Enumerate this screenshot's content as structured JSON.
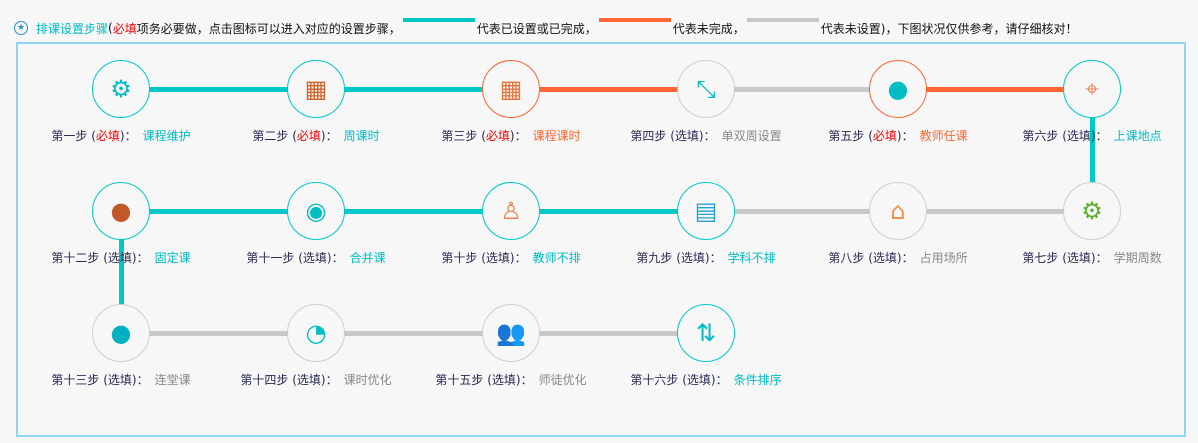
{
  "header": {
    "title": "排课设置步骤",
    "paren_open": "(",
    "required_word": "必填",
    "intro_rest": "项务必要做，点击图标可以进入对应的设置步骤，",
    "legend_done": "代表已设置或已完成，",
    "legend_incomplete": "代表未完成，",
    "legend_unset": "代表未设置)，下图状况仅供参考，请仔细核对！"
  },
  "colors": {
    "done": "#00c8c8",
    "incomplete": "#ff6633",
    "unset": "#c8c8c8",
    "required": "#ff0000"
  },
  "steps": [
    {
      "step": "第一步",
      "req": "必填",
      "name": "课程维护",
      "status": "done",
      "icon": "gear-book-icon",
      "glyph": "⚙",
      "glyph_color": "#00bcc4"
    },
    {
      "step": "第二步",
      "req": "必填",
      "name": "周课时",
      "status": "done",
      "icon": "calendar-icon",
      "glyph": "▦",
      "glyph_color": "#d0622a"
    },
    {
      "step": "第三步",
      "req": "必填",
      "name": "课程课时",
      "status": "incomplete",
      "icon": "calendar-clock-icon",
      "glyph": "▦",
      "glyph_color": "#e8733a"
    },
    {
      "step": "第四步",
      "req": "选填",
      "name": "单双周设置",
      "status": "unset",
      "icon": "resize-icon",
      "glyph": "⤡",
      "glyph_color": "#00bcc4"
    },
    {
      "step": "第五步",
      "req": "必填",
      "name": "教师任课",
      "status": "incomplete",
      "icon": "teacher-icon",
      "glyph": "●",
      "glyph_color": "#00bcc4"
    },
    {
      "step": "第六步",
      "req": "选填",
      "name": "上课地点",
      "status": "done",
      "icon": "location-pin-icon",
      "glyph": "⌖",
      "glyph_color": "#f08050"
    },
    {
      "step": "第七步",
      "req": "选填",
      "name": "学期周数",
      "status": "unset",
      "icon": "gear-calendar-icon",
      "glyph": "⚙",
      "glyph_color": "#5cb030"
    },
    {
      "step": "第八步",
      "req": "选填",
      "name": "占用场所",
      "status": "unset",
      "icon": "venue-icon",
      "glyph": "⌂",
      "glyph_color": "#f09050"
    },
    {
      "step": "第九步",
      "req": "选填",
      "name": "学科不排",
      "status": "done",
      "icon": "board-icon",
      "glyph": "▤",
      "glyph_color": "#2a9fd6"
    },
    {
      "step": "第十步",
      "req": "选填",
      "name": "教师不排",
      "status": "done",
      "icon": "person-t-icon",
      "glyph": "♙",
      "glyph_color": "#f08050"
    },
    {
      "step": "第十一步",
      "req": "选填",
      "name": "合并课",
      "status": "done",
      "icon": "merge-icon",
      "glyph": "◉",
      "glyph_color": "#00bcc4"
    },
    {
      "step": "第十二步",
      "req": "选填",
      "name": "固定课",
      "status": "done",
      "icon": "search-pin-icon",
      "glyph": "●",
      "glyph_color": "#c0582a"
    },
    {
      "step": "第十三步",
      "req": "选填",
      "name": "连堂课",
      "status": "unset",
      "icon": "link-icon",
      "glyph": "●",
      "glyph_color": "#00b0c0"
    },
    {
      "step": "第十四步",
      "req": "选填",
      "name": "课时优化",
      "status": "unset",
      "icon": "pie-chart-icon",
      "glyph": "◔",
      "glyph_color": "#00bcc4"
    },
    {
      "step": "第十五步",
      "req": "选填",
      "name": "师徒优化",
      "status": "unset",
      "icon": "two-people-icon",
      "glyph": "👥",
      "glyph_color": "#f08050"
    },
    {
      "step": "第十六步",
      "req": "选填",
      "name": "条件排序",
      "status": "done",
      "icon": "sort-arrows-icon",
      "glyph": "⇅",
      "glyph_color": "#00bcc4"
    }
  ],
  "connections": [
    [
      "done"
    ],
    [
      "done"
    ],
    [
      "incomplete"
    ],
    [
      "unset"
    ],
    [
      "incomplete"
    ],
    [
      "done"
    ],
    [
      "unset"
    ],
    [
      "unset"
    ],
    [
      "done"
    ],
    [
      "done"
    ],
    [
      "done"
    ],
    [
      "done"
    ],
    [
      "unset"
    ],
    [
      "unset"
    ],
    [
      "unset"
    ]
  ],
  "punct": {
    "open": "(",
    "close": ")：",
    "colon": "："
  }
}
